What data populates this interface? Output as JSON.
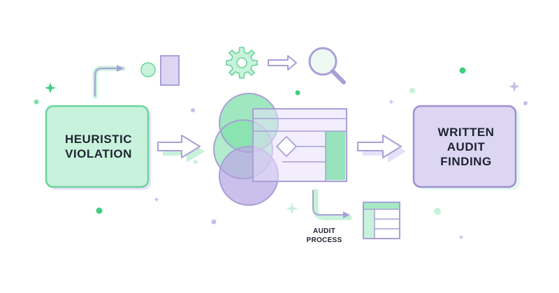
{
  "diagram": {
    "input_box": {
      "label": "HEURISTIC\nVIOLATION",
      "fill": "#c8f2db",
      "stroke": "#6bd49a"
    },
    "output_box": {
      "label": "WRITTEN\nAUDIT\nFINDING",
      "fill": "#ddd6f3",
      "stroke": "#9d90d1"
    },
    "process_label": "AUDIT\nPROCESS",
    "colors": {
      "green": "#7fe0aa",
      "purple": "#b9abe4",
      "outline": "#a99fd7",
      "sparkle_green": "#3fcf7f"
    },
    "icons": [
      "gear-icon",
      "magnifier-icon",
      "circle-square-icon",
      "venn-circles-icon",
      "grid-document-icon",
      "small-grid-document-icon"
    ]
  }
}
